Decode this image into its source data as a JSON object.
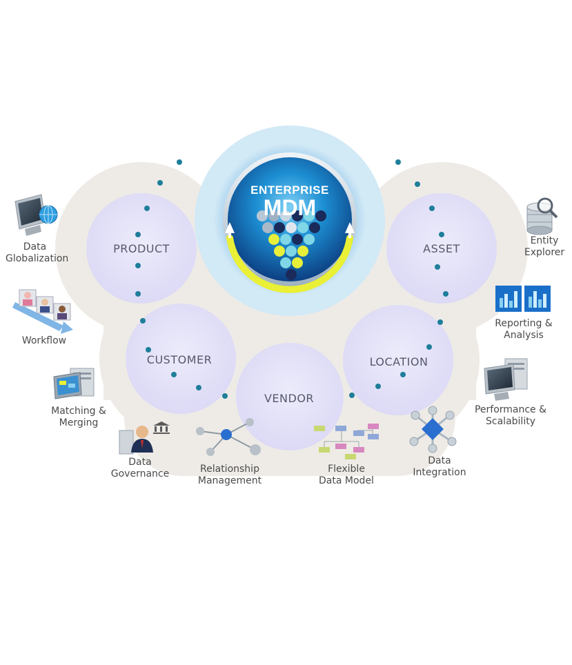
{
  "hub": {
    "line1": "ENTERPRISE",
    "line2": "MDM"
  },
  "domains": {
    "product": "PRODUCT",
    "asset": "ASSET",
    "customer": "CUSTOMER",
    "location": "LOCATION",
    "vendor": "VENDOR"
  },
  "capabilities": {
    "data_globalization": [
      "Data",
      "Globalization"
    ],
    "workflow": [
      "Workflow"
    ],
    "matching_merging": [
      "Matching &",
      "Merging"
    ],
    "data_governance": [
      "Data",
      "Governance"
    ],
    "relationship_management": [
      "Relationship",
      "Management"
    ],
    "flexible_data_model": [
      "Flexible",
      "Data Model"
    ],
    "data_integration": [
      "Data",
      "Integration"
    ],
    "performance_scalability": [
      "Performance &",
      "Scalability"
    ],
    "reporting_analysis": [
      "Reporting &",
      "Analysis"
    ],
    "entity_explorer": [
      "Entity",
      "Explorer"
    ]
  },
  "colors": {
    "cloud": "#eeebe6",
    "domain_circle": "#e3e2f8",
    "dot": "#1f7e9a",
    "hub_blue": "#1a8fd0",
    "arrow": "#e9f035",
    "halo": "#d2e9f6"
  }
}
